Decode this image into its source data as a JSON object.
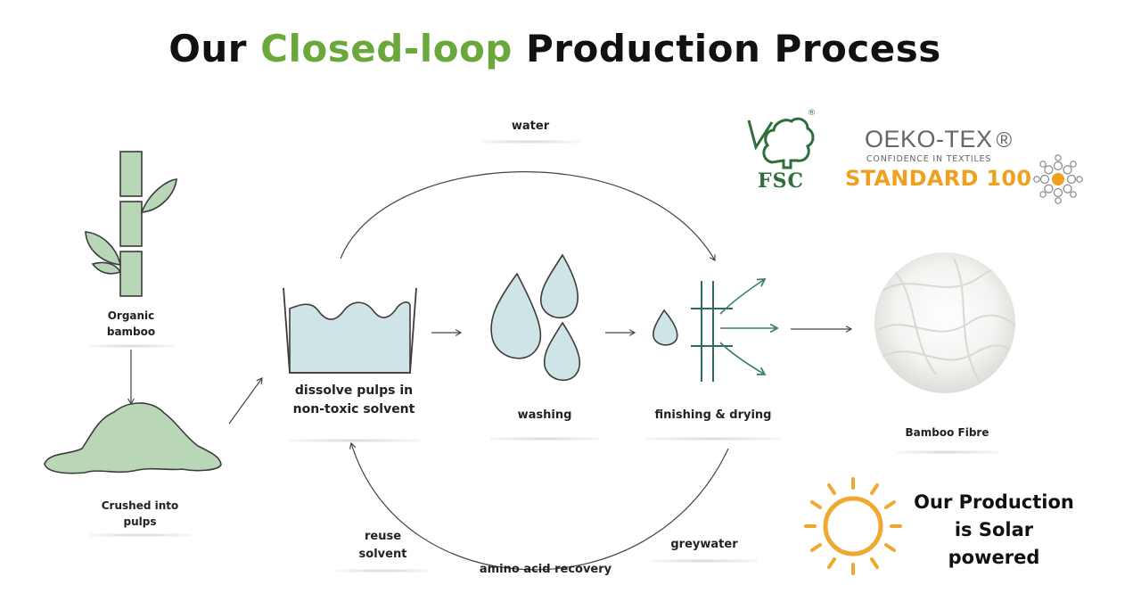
{
  "title": {
    "prefix": "Our",
    "highlight": "Closed-loop",
    "suffix": "Production Process"
  },
  "colors": {
    "accent_green": "#6aa83c",
    "bamboo_green": "#b9d6b6",
    "water_blue": "#cfe4e6",
    "outline": "#3c3c3c",
    "sun_orange": "#f0a830",
    "oeko_orange": "#f0a020",
    "oeko_grey": "#666666",
    "fsc_green": "#2e6e3a"
  },
  "steps": {
    "organic_bamboo": "Organic bamboo",
    "crushed": "Crushed into pulps",
    "dissolve": "dissolve pulps in non-toxic solvent",
    "washing": "washing",
    "finishing": "finishing & drying",
    "fibre": "Bamboo Fibre"
  },
  "loop_labels": {
    "water": "water",
    "reuse": "reuse solvent",
    "amino": "amino acid recovery",
    "greywater": "greywater"
  },
  "certifications": {
    "fsc": {
      "text": "FSC",
      "reg": "®",
      "icon": "fsc-tree-check-icon"
    },
    "oeko": {
      "brand": "OEKO-TEX",
      "reg": "®",
      "tagline": "CONFIDENCE IN TEXTILES",
      "standard": "STANDARD 100",
      "icon": "oeko-tex-flower-icon"
    }
  },
  "solar": {
    "text": "Our Production is Solar powered",
    "icon": "sun-icon"
  }
}
